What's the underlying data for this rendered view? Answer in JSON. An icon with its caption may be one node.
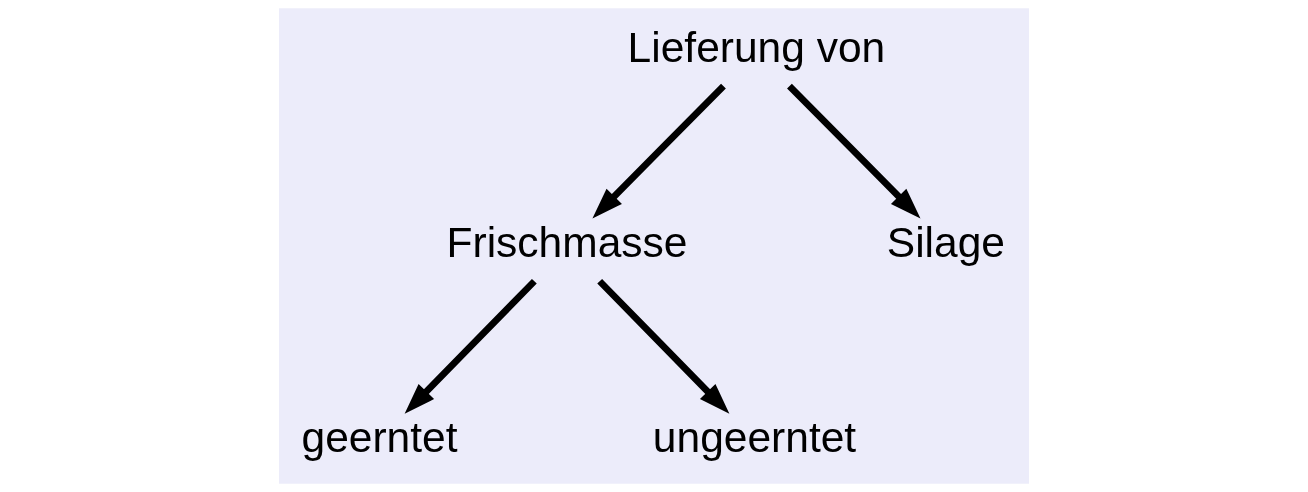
{
  "diagram": {
    "nodes": [
      {
        "text": [
          "Lieferung von"
        ]
      },
      {
        "text": [
          "Frischmasse"
        ]
      },
      {
        "text": [
          "Silage"
        ]
      },
      {
        "text": [
          "geerntet"
        ]
      },
      {
        "text": [
          "ungeerntet"
        ]
      }
    ],
    "edges": [
      {
        "from": 0,
        "to": 1,
        "arrow": "to"
      },
      {
        "from": 0,
        "to": 2,
        "arrow": "to"
      },
      {
        "from": 1,
        "to": 3,
        "arrow": "to"
      },
      {
        "from": 1,
        "to": 4,
        "arrow": "to"
      }
    ]
  }
}
